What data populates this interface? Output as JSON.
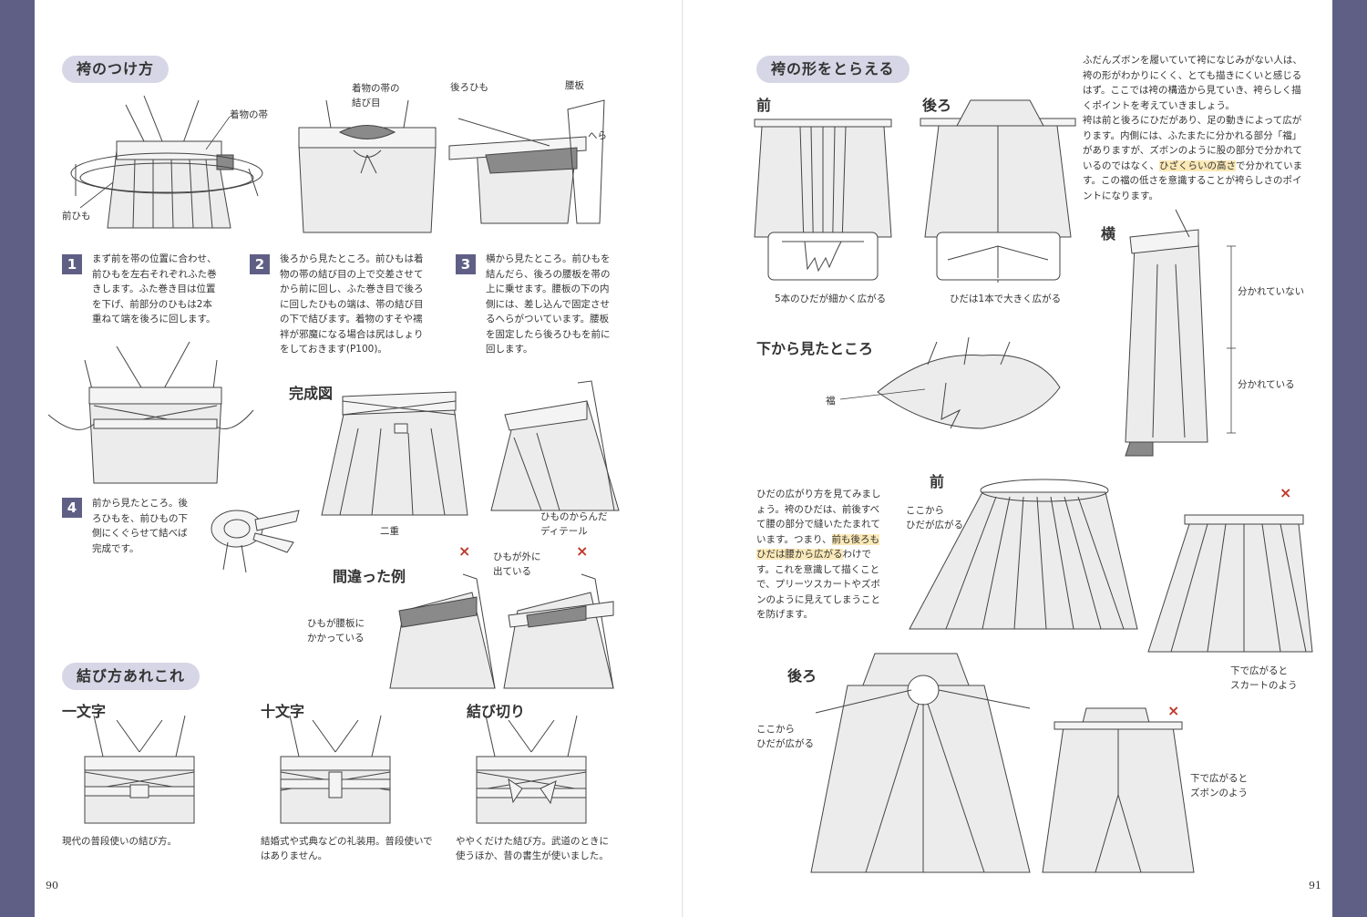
{
  "left": {
    "section1_title": "袴のつけ方",
    "labels": {
      "obi": "着物の帯",
      "maehimo": "前ひも",
      "obi_knot": "着物の帯の\n結び目",
      "ushirohimo": "後ろひも",
      "koshiita": "腰板",
      "hera": "へら",
      "kanseizu": "完成図",
      "nijuu": "二重",
      "himo_detail": "ひものからんだ\nディテール",
      "machigai": "間違った例",
      "himo_out": "ひもが外に\n出ている",
      "himo_koshiita": "ひもが腰板に\nかかっている"
    },
    "steps": [
      {
        "num": "1",
        "text": "まず前を帯の位置に合わせ、前ひもを左右それぞれふた巻きします。ふた巻き目は位置を下げ、前部分のひもは2本重ねて端を後ろに回します。"
      },
      {
        "num": "2",
        "text": "後ろから見たところ。前ひもは着物の帯の結び目の上で交差させてから前に回し、ふた巻き目で後ろに回したひもの端は、帯の結び目の下で結びます。着物のすそや襦袢が邪魔になる場合は尻はしょりをしておきます(P100)。"
      },
      {
        "num": "3",
        "text": "横から見たところ。前ひもを結んだら、後ろの腰板を帯の上に乗せます。腰板の下の内側には、差し込んで固定させるへらがついています。腰板を固定したら後ろひもを前に回します。"
      },
      {
        "num": "4",
        "text": "前から見たところ。後ろひもを、前ひもの下側にくぐらせて結べば完成です。"
      }
    ],
    "section2_title": "結び方あれこれ",
    "styles": [
      {
        "name": "一文字",
        "desc": "現代の普段使いの結び方。"
      },
      {
        "name": "十文字",
        "desc": "結婚式や式典などの礼装用。普段使いではありません。"
      },
      {
        "name": "結び切り",
        "desc": "ややくだけた結び方。武道のときに使うほか、昔の書生が使いました。"
      }
    ],
    "cross": "×",
    "page_number": "90"
  },
  "right": {
    "section_title": "袴の形をとらえる",
    "intro_text_1": "ふだんズボンを履いていて袴になじみがない人は、袴の形がわかりにくく、とても描きにくいと感じるはず。ここでは袴の構造から見ていき、袴らしく描くポイントを考えていきましょう。",
    "intro_text_2a": "袴は前と後ろにひだがあり、足の動きによって広がります。内側には、ふたまたに分かれる部分「襠」がありますが、ズボンのように股の部分で分かれているのではなく、",
    "intro_text_2hl": "ひざくらいの高さ",
    "intro_text_2b": "で分かれています。この襠の低さを意識することが袴らしさのポイントになります。",
    "labels": {
      "mae": "前",
      "ushiro": "後ろ",
      "yoko": "横",
      "front_caption": "5本のひだが細かく広がる",
      "back_caption": "ひだは1本で大きく広がる",
      "from_below": "下から見たところ",
      "machi": "襠",
      "not_split": "分かれていない",
      "split": "分かれている",
      "mae2": "前",
      "koko1": "ここから\nひだが広がる",
      "ushiro2": "後ろ",
      "koko2": "ここから\nひだが広がる",
      "skirt": "下で広がると\nスカートのよう",
      "pants": "下で広がると\nズボンのよう"
    },
    "pleat_text_a": "ひだの広がり方を見てみましょう。袴のひだは、前後すべて腰の部分で縫いたたまれています。つまり、",
    "pleat_text_hl": "前も後ろもひだは腰から広がる",
    "pleat_text_b": "わけです。これを意識して描くことで、プリーツスカートやズボンのように見えてしまうことを防げます。",
    "cross": "×",
    "page_number": "91"
  }
}
